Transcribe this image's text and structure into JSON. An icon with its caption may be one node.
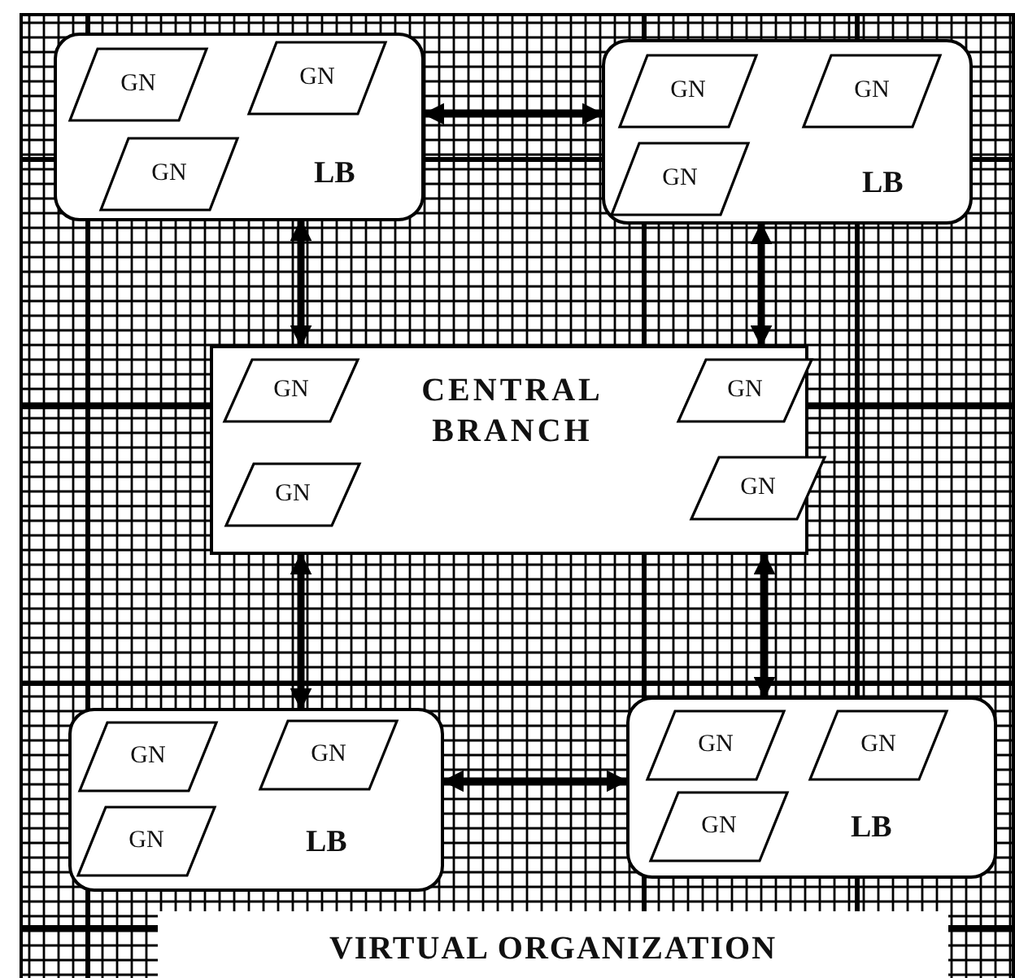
{
  "diagram": {
    "nodes": [
      {
        "text": [
          "VIRTUAL ORGANIZATION"
        ]
      },
      {
        "text": [
          "LB"
        ],
        "in": 0
      },
      {
        "text": [
          "GN"
        ],
        "in": 1
      },
      {
        "text": [
          "GN"
        ],
        "in": 1
      },
      {
        "text": [
          "GN"
        ],
        "in": 1
      },
      {
        "text": [
          "LB"
        ],
        "in": 0
      },
      {
        "text": [
          "GN"
        ],
        "in": 5
      },
      {
        "text": [
          "GN"
        ],
        "in": 5
      },
      {
        "text": [
          "GN"
        ],
        "in": 5
      },
      {
        "text": [
          "CENTRAL BRANCH"
        ],
        "in": 0
      },
      {
        "text": [
          "GN"
        ],
        "in": 9
      },
      {
        "text": [
          "GN"
        ],
        "in": 9
      },
      {
        "text": [
          "GN"
        ],
        "in": 9
      },
      {
        "text": [
          "GN"
        ],
        "in": 9
      },
      {
        "text": [
          "LB"
        ],
        "in": 0
      },
      {
        "text": [
          "GN"
        ],
        "in": 14
      },
      {
        "text": [
          "GN"
        ],
        "in": 14
      },
      {
        "text": [
          "GN"
        ],
        "in": 14
      },
      {
        "text": [
          "LB"
        ],
        "in": 0
      },
      {
        "text": [
          "GN"
        ],
        "in": 18
      },
      {
        "text": [
          "GN"
        ],
        "in": 18
      },
      {
        "text": [
          "GN"
        ],
        "in": 18
      }
    ],
    "edges": [
      {
        "from": 1,
        "to": 5,
        "arrow": "both"
      },
      {
        "from": 1,
        "to": 9,
        "arrow": "both"
      },
      {
        "from": 5,
        "to": 9,
        "arrow": "both"
      },
      {
        "from": 9,
        "to": 14,
        "arrow": "both"
      },
      {
        "from": 9,
        "to": 18,
        "arrow": "both"
      },
      {
        "from": 14,
        "to": 18,
        "arrow": "both"
      }
    ]
  }
}
